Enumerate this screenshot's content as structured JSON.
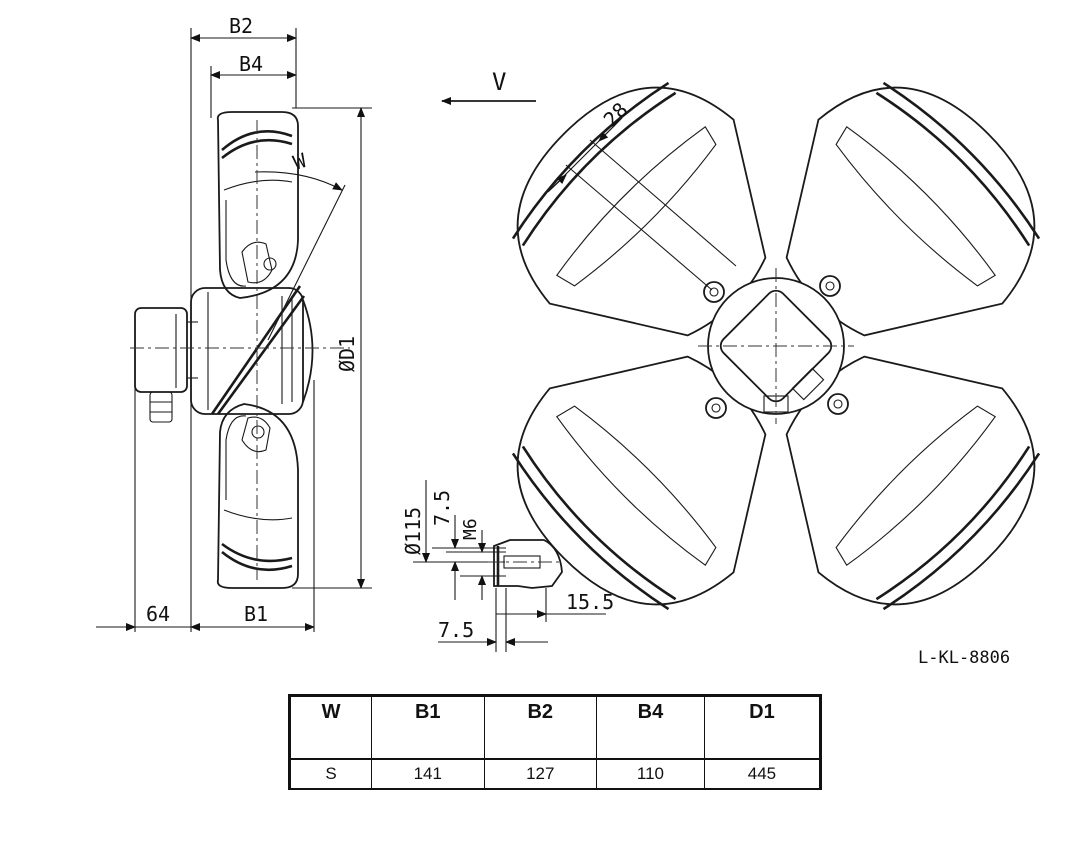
{
  "labels": {
    "b2": "B2",
    "b4": "B4",
    "w": "W",
    "v": "V",
    "d1": "ØD1",
    "dim64": "64",
    "b1": "B1",
    "d115": "Ø115",
    "dim75a": "7.5",
    "m6": "M6",
    "dim155": "15.5",
    "dim75b": "7.5",
    "dim28": "28"
  },
  "reference": "L-KL-8806",
  "table": {
    "headers": [
      "W",
      "B1",
      "B2",
      "B4",
      "D1"
    ],
    "rows": [
      [
        "S",
        "141",
        "127",
        "110",
        "445"
      ]
    ]
  }
}
